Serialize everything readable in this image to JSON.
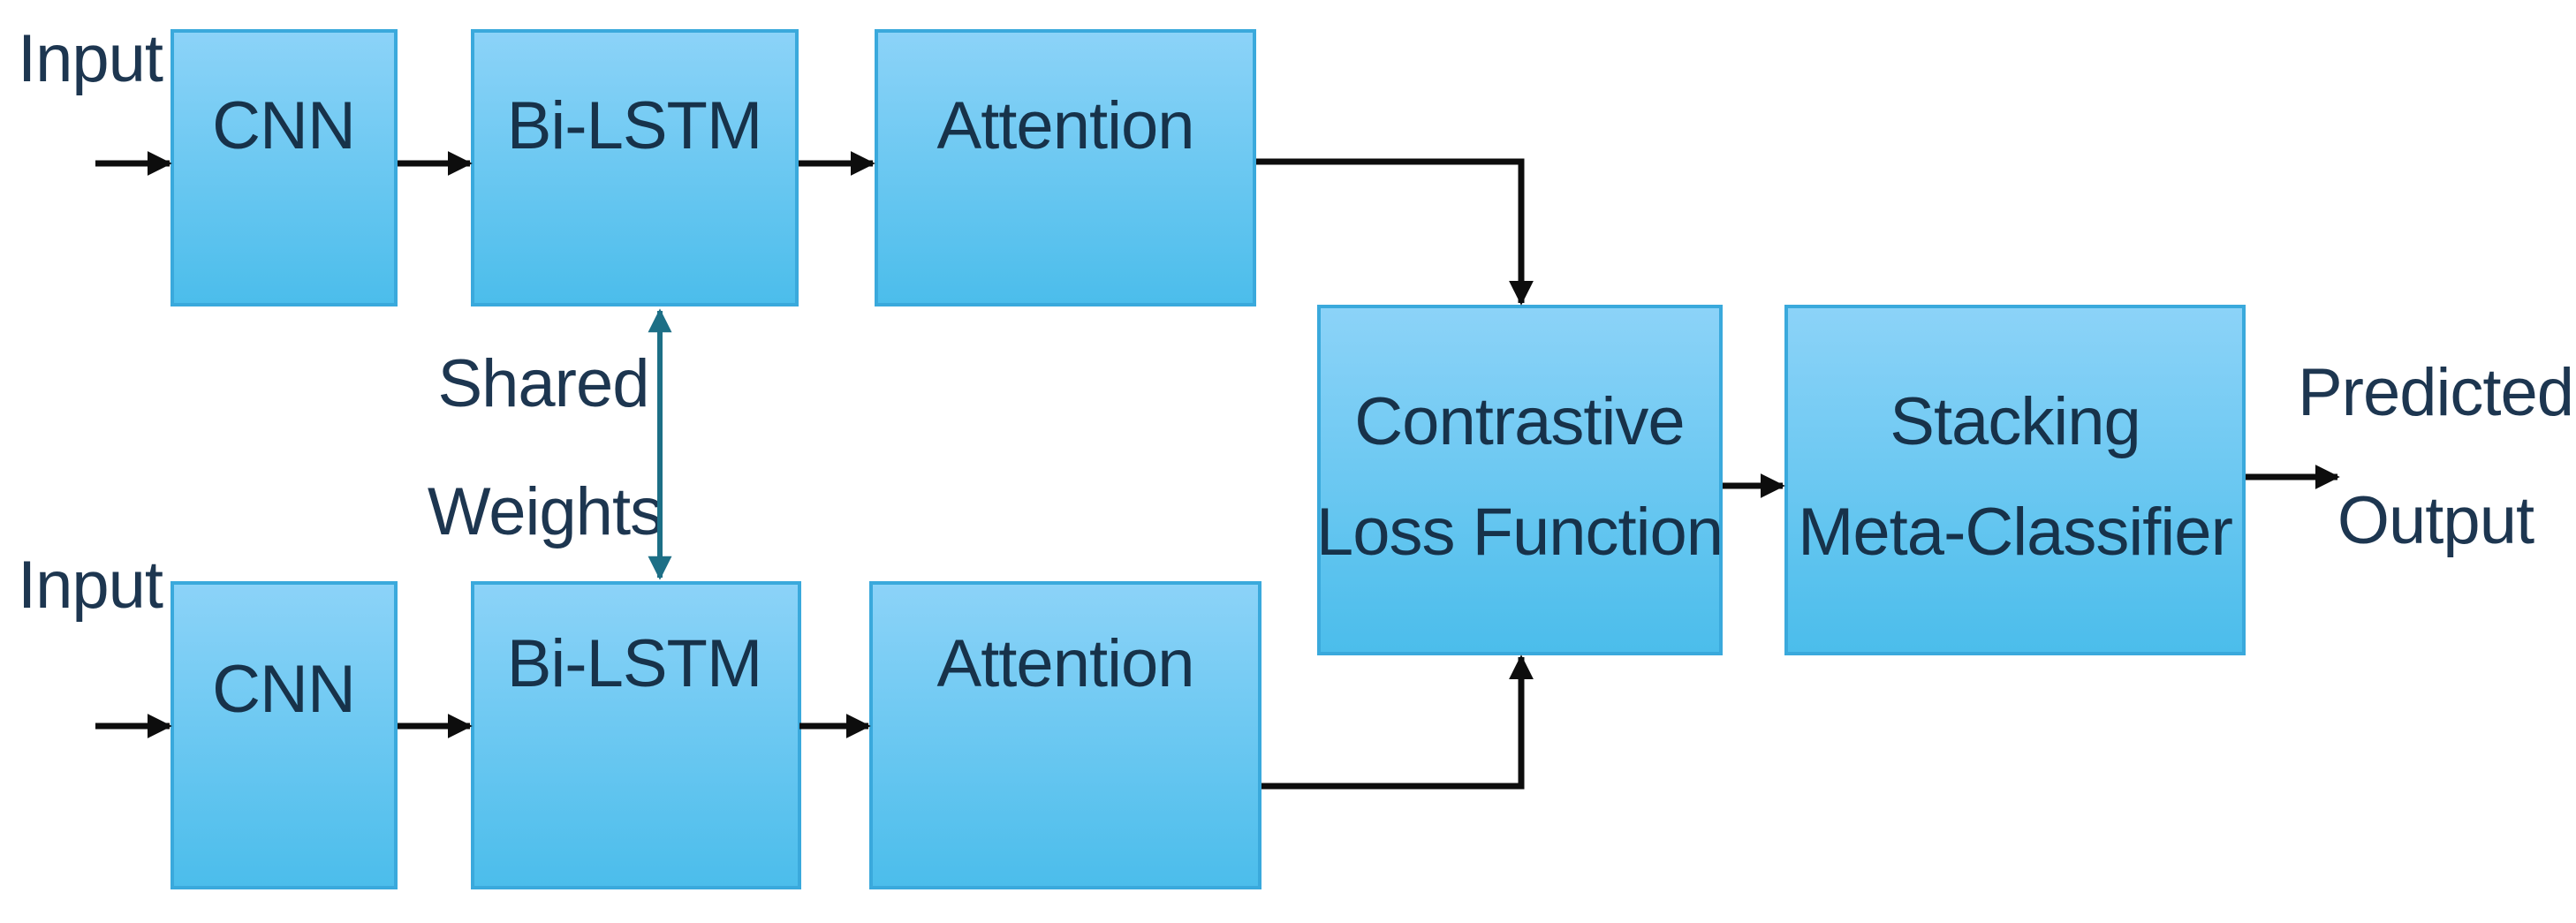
{
  "blocks": {
    "cnn_top": "CNN",
    "bilstm_top": "Bi-LSTM",
    "attention_top": "Attention",
    "cnn_bottom": "CNN",
    "bilstm_bottom": "Bi-LSTM",
    "attention_bottom": "Attention",
    "contrastive": [
      "Contrastive",
      "Loss Function"
    ],
    "stacking": [
      "Stacking",
      "Meta-Classifier"
    ]
  },
  "labels": {
    "input_top": "Input",
    "input_bottom": "Input",
    "shared_weights": [
      "Shared",
      "Weights"
    ],
    "predicted_output": [
      "Predicted",
      "Output"
    ]
  },
  "colors": {
    "block_fill_top": "#8cd3f8",
    "block_fill_bottom": "#4bbdeb",
    "block_border": "#3aa9dc",
    "arrow": "#0d0d0d",
    "shared_arrow": "#1d6f86",
    "text": "#17324a"
  }
}
